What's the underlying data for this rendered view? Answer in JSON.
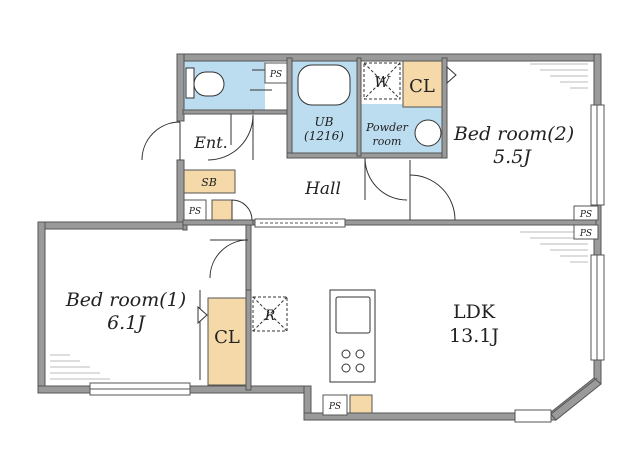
{
  "rooms": {
    "bedroom2": {
      "name": "Bed room(2)",
      "size": "5.5J"
    },
    "bedroom1": {
      "name": "Bed room(1)",
      "size": "6.1J"
    },
    "ldk": {
      "name": "LDK",
      "size": "13.1J"
    },
    "hall": {
      "name": "Hall"
    },
    "entrance": {
      "name": "Ent."
    },
    "unit_bath": {
      "name": "UB",
      "size": "(1216)"
    },
    "powder_room": {
      "line1": "Powder",
      "line2": "room"
    }
  },
  "labels": {
    "closet": "CL",
    "shoe_box": "SB",
    "pipe_space": "PS",
    "washer": "W",
    "refrigerator": "R"
  },
  "colors": {
    "wall": "#9a9a9a",
    "wall_outline": "#555555",
    "wet_area": "#bcdcf0",
    "storage": "#f5d9a8",
    "floor": "#ffffff"
  }
}
